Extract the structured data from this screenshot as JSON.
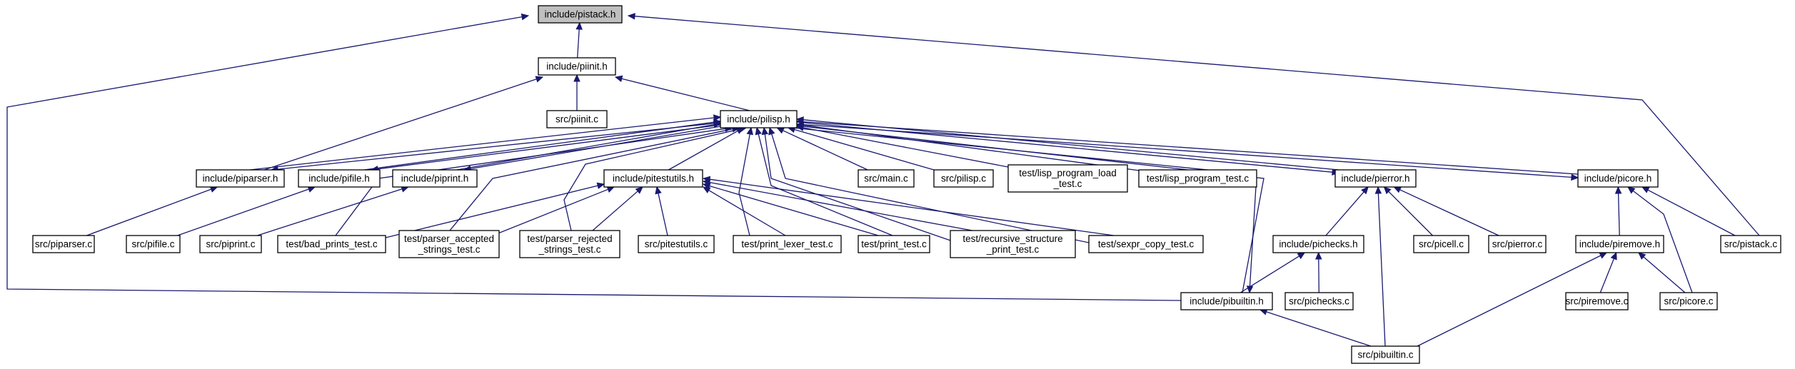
{
  "diagram": {
    "kind": "include dependency graph",
    "colors": {
      "edge": "#191970",
      "node_border": "#000000",
      "node_fill": "#ffffff",
      "root_fill": "#bfbfbf"
    },
    "nodes": [
      {
        "id": "pistack_h",
        "lines": [
          "include/pistack.h"
        ],
        "root": true
      },
      {
        "id": "piinit_h",
        "lines": [
          "include/piinit.h"
        ]
      },
      {
        "id": "piinit_c",
        "lines": [
          "src/piinit.c"
        ]
      },
      {
        "id": "pilisp_h",
        "lines": [
          "include/pilisp.h"
        ]
      },
      {
        "id": "piparser_h",
        "lines": [
          "include/piparser.h"
        ]
      },
      {
        "id": "pifile_h",
        "lines": [
          "include/pifile.h"
        ]
      },
      {
        "id": "piprint_h",
        "lines": [
          "include/piprint.h"
        ]
      },
      {
        "id": "pitestutils_h",
        "lines": [
          "include/pitestutils.h"
        ]
      },
      {
        "id": "main_c",
        "lines": [
          "src/main.c"
        ]
      },
      {
        "id": "pilisp_c",
        "lines": [
          "src/pilisp.c"
        ]
      },
      {
        "id": "lisp_program_load_test_c",
        "lines": [
          "test/lisp_program_load",
          "_test.c"
        ]
      },
      {
        "id": "lisp_program_test_c",
        "lines": [
          "test/lisp_program_test.c"
        ]
      },
      {
        "id": "pierror_h",
        "lines": [
          "include/pierror.h"
        ]
      },
      {
        "id": "picore_h",
        "lines": [
          "include/picore.h"
        ]
      },
      {
        "id": "piparser_c",
        "lines": [
          "src/piparser.c"
        ]
      },
      {
        "id": "pifile_c",
        "lines": [
          "src/pifile.c"
        ]
      },
      {
        "id": "piprint_c",
        "lines": [
          "src/piprint.c"
        ]
      },
      {
        "id": "bad_prints_test_c",
        "lines": [
          "test/bad_prints_test.c"
        ]
      },
      {
        "id": "parser_accepted_strings_test_c",
        "lines": [
          "test/parser_accepted",
          "_strings_test.c"
        ]
      },
      {
        "id": "parser_rejected_strings_test_c",
        "lines": [
          "test/parser_rejected",
          "_strings_test.c"
        ]
      },
      {
        "id": "pitestutils_c",
        "lines": [
          "src/pitestutils.c"
        ]
      },
      {
        "id": "print_lexer_test_c",
        "lines": [
          "test/print_lexer_test.c"
        ]
      },
      {
        "id": "print_test_c",
        "lines": [
          "test/print_test.c"
        ]
      },
      {
        "id": "recursive_structure_print_test_c",
        "lines": [
          "test/recursive_structure",
          "_print_test.c"
        ]
      },
      {
        "id": "sexpr_copy_test_c",
        "lines": [
          "test/sexpr_copy_test.c"
        ]
      },
      {
        "id": "pichecks_h",
        "lines": [
          "include/pichecks.h"
        ]
      },
      {
        "id": "picell_c",
        "lines": [
          "src/picell.c"
        ]
      },
      {
        "id": "pierror_c",
        "lines": [
          "src/pierror.c"
        ]
      },
      {
        "id": "piremove_h",
        "lines": [
          "include/piremove.h"
        ]
      },
      {
        "id": "pistack_c",
        "lines": [
          "src/pistack.c"
        ]
      },
      {
        "id": "pibuiltin_h",
        "lines": [
          "include/pibuiltin.h"
        ]
      },
      {
        "id": "pichecks_c",
        "lines": [
          "src/pichecks.c"
        ]
      },
      {
        "id": "piremove_c",
        "lines": [
          "src/piremove.c"
        ]
      },
      {
        "id": "picore_c",
        "lines": [
          "src/picore.c"
        ]
      },
      {
        "id": "pibuiltin_c",
        "lines": [
          "src/pibuiltin.c"
        ]
      }
    ],
    "edges": [
      {
        "from": "piinit_h",
        "to": "pistack_h"
      },
      {
        "from": "pibuiltin_h",
        "to": "pistack_h"
      },
      {
        "from": "pistack_c",
        "to": "pistack_h"
      },
      {
        "from": "piinit_c",
        "to": "piinit_h"
      },
      {
        "from": "piparser_h",
        "to": "piinit_h"
      },
      {
        "from": "pilisp_h",
        "to": "piinit_h"
      },
      {
        "from": "piparser_h",
        "to": "pilisp_h"
      },
      {
        "from": "pilisp_h",
        "to": "piparser_h"
      },
      {
        "from": "pifile_h",
        "to": "pilisp_h"
      },
      {
        "from": "pilisp_h",
        "to": "pifile_h"
      },
      {
        "from": "piprint_h",
        "to": "pilisp_h"
      },
      {
        "from": "pilisp_h",
        "to": "piprint_h"
      },
      {
        "from": "pitestutils_h",
        "to": "pilisp_h"
      },
      {
        "from": "main_c",
        "to": "pilisp_h"
      },
      {
        "from": "pilisp_c",
        "to": "pilisp_h"
      },
      {
        "from": "lisp_program_load_test_c",
        "to": "pilisp_h"
      },
      {
        "from": "lisp_program_test_c",
        "to": "pilisp_h"
      },
      {
        "from": "pierror_h",
        "to": "pilisp_h"
      },
      {
        "from": "pilisp_h",
        "to": "pierror_h"
      },
      {
        "from": "picore_h",
        "to": "pilisp_h"
      },
      {
        "from": "pilisp_h",
        "to": "picore_h"
      },
      {
        "from": "bad_prints_test_c",
        "to": "pilisp_h"
      },
      {
        "from": "parser_accepted_strings_test_c",
        "to": "pilisp_h"
      },
      {
        "from": "parser_rejected_strings_test_c",
        "to": "pilisp_h"
      },
      {
        "from": "print_lexer_test_c",
        "to": "pilisp_h"
      },
      {
        "from": "print_test_c",
        "to": "pilisp_h"
      },
      {
        "from": "recursive_structure_print_test_c",
        "to": "pilisp_h"
      },
      {
        "from": "sexpr_copy_test_c",
        "to": "pilisp_h"
      },
      {
        "from": "pibuiltin_h",
        "to": "pilisp_h"
      },
      {
        "from": "pilisp_h",
        "to": "pibuiltin_h"
      },
      {
        "from": "piparser_c",
        "to": "piparser_h"
      },
      {
        "from": "pifile_c",
        "to": "pifile_h"
      },
      {
        "from": "piprint_c",
        "to": "piprint_h"
      },
      {
        "from": "bad_prints_test_c",
        "to": "pitestutils_h"
      },
      {
        "from": "parser_accepted_strings_test_c",
        "to": "pitestutils_h"
      },
      {
        "from": "parser_rejected_strings_test_c",
        "to": "pitestutils_h"
      },
      {
        "from": "pitestutils_c",
        "to": "pitestutils_h"
      },
      {
        "from": "print_lexer_test_c",
        "to": "pitestutils_h"
      },
      {
        "from": "print_test_c",
        "to": "pitestutils_h"
      },
      {
        "from": "recursive_structure_print_test_c",
        "to": "pitestutils_h"
      },
      {
        "from": "sexpr_copy_test_c",
        "to": "pitestutils_h"
      },
      {
        "from": "pichecks_h",
        "to": "pierror_h"
      },
      {
        "from": "picell_c",
        "to": "pierror_h"
      },
      {
        "from": "pierror_c",
        "to": "pierror_h"
      },
      {
        "from": "pibuiltin_c",
        "to": "pierror_h"
      },
      {
        "from": "piremove_h",
        "to": "picore_h"
      },
      {
        "from": "pistack_c",
        "to": "picore_h"
      },
      {
        "from": "picore_c",
        "to": "picore_h"
      },
      {
        "from": "pibuiltin_h",
        "to": "pichecks_h"
      },
      {
        "from": "pichecks_c",
        "to": "pichecks_h"
      },
      {
        "from": "piremove_c",
        "to": "piremove_h"
      },
      {
        "from": "picore_c",
        "to": "piremove_h"
      },
      {
        "from": "pibuiltin_c",
        "to": "piremove_h"
      },
      {
        "from": "pibuiltin_c",
        "to": "pibuiltin_h"
      }
    ]
  }
}
